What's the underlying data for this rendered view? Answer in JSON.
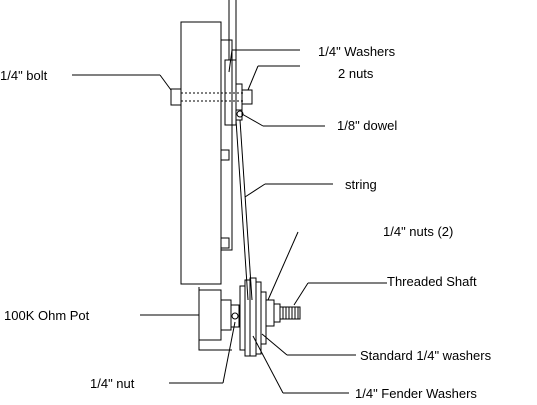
{
  "labels": {
    "bolt": "1/4\" bolt",
    "washers": "1/4\" Washers",
    "two_nuts": "2 nuts",
    "dowel": "1/8\" dowel",
    "string": "string",
    "nuts2": "1/4\" nuts (2)",
    "threaded_shaft": "Threaded Shaft",
    "pot": "100K Ohm Pot",
    "standard_washers": "Standard 1/4\" washers",
    "nut": "1/4\" nut",
    "fender_washers": "1/4\" Fender Washers"
  }
}
